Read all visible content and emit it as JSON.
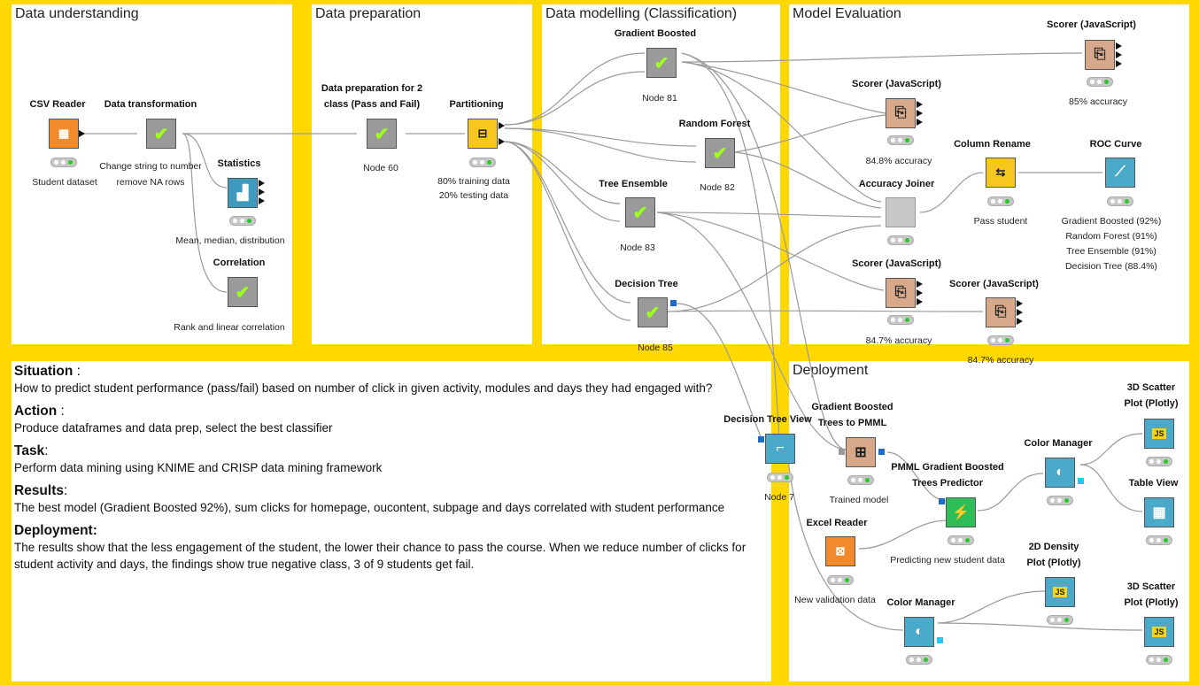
{
  "sections": {
    "understanding": "Data understanding",
    "preparation": "Data preparation",
    "modelling": "Data modelling (Classification)",
    "evaluation": "Model Evaluation",
    "deployment": "Deployment"
  },
  "nodes": {
    "csv": {
      "title": "CSV Reader",
      "label": "Student dataset"
    },
    "transform": {
      "title": "Data transformation",
      "label1": "Change string to number",
      "label2": "remove NA rows"
    },
    "statistics": {
      "title": "Statistics",
      "label": "Mean, median, distribution"
    },
    "correlation": {
      "title": "Correlation",
      "label": "Rank and linear correlation"
    },
    "prep2": {
      "title1": "Data preparation for 2",
      "title2": "class (Pass and Fail)",
      "label": "Node 60"
    },
    "partition": {
      "title": "Partitioning",
      "label1": "80% training data",
      "label2": "20% testing data"
    },
    "gb": {
      "title": "Gradient Boosted",
      "label": "Node 81"
    },
    "rf": {
      "title": "Random Forest",
      "label": "Node 82"
    },
    "te": {
      "title": "Tree Ensemble",
      "label": "Node 83"
    },
    "dt": {
      "title": "Decision Tree",
      "label": "Node 85"
    },
    "scorer_top": {
      "title": "Scorer (JavaScript)",
      "label": "85% accuracy"
    },
    "scorer_1": {
      "title": "Scorer (JavaScript)",
      "label": "84.8% accuracy"
    },
    "scorer_2": {
      "title": "Scorer (JavaScript)",
      "label": "84.7% accuracy"
    },
    "scorer_3": {
      "title": "Scorer (JavaScript)",
      "label": "84.7% accuracy"
    },
    "acc_joiner": {
      "title": "Accuracy Joiner"
    },
    "col_rename": {
      "title": "Column Rename",
      "label": "Pass student"
    },
    "roc": {
      "title": "ROC Curve",
      "l1": "Gradient Boosted (92%)",
      "l2": "Random Forest (91%)",
      "l3": "Tree Ensemble (91%)",
      "l4": "Decision Tree (88.4%)"
    },
    "dt_view": {
      "title": "Decision Tree View",
      "label": "Node 7"
    },
    "gb_pmml": {
      "title1": "Gradient Boosted",
      "title2": "Trees to PMML",
      "label": "Trained model"
    },
    "pmml_pred": {
      "title1": "PMML Gradient Boosted",
      "title2": "Trees Predictor",
      "label": "Predicting new student data"
    },
    "color_mgr_1": {
      "title": "Color Manager"
    },
    "color_mgr_2": {
      "title": "Color Manager"
    },
    "scatter_1": {
      "title1": "3D Scatter",
      "title2": "Plot (Plotly)"
    },
    "scatter_2": {
      "title1": "3D Scatter",
      "title2": "Plot (Plotly)"
    },
    "table_view": {
      "title": "Table View"
    },
    "density": {
      "title1": "2D Density",
      "title2": "Plot (Plotly)"
    },
    "excel": {
      "title": "Excel Reader",
      "label": "New validation data"
    }
  },
  "description": {
    "situation_h": "Situation",
    "situation_sep": " :",
    "situation": "How to predict student performance (pass/fail) based on number of click in given activity, modules and days they had engaged with?",
    "action_h": "Action",
    "action_sep": " :",
    "action": "Produce dataframes and data prep, select the best classifier",
    "task_h": "Task",
    "task_sep": ":",
    "task": "Perform data mining using KNIME and CRISP data mining framework",
    "results_h": "Results",
    "results_sep": ":",
    "results": "The best model (Gradient Boosted 92%), sum clicks for homepage, oucontent, subpage and days correlated with student performance",
    "deployment_h": "Deployment:",
    "deployment": "The results show that the less engagement of the student, the lower their chance to pass the course. When we reduce number of clicks for student activity and days, the findings show true negative class, 3 of 9 students get fail."
  },
  "icons": {
    "meta": "checkmark-icon",
    "reader": "table-reader-icon",
    "statistics": "bar-chart-icon",
    "scorer": "scorer-icon",
    "partition": "partition-icon",
    "roc": "roc-curve-icon",
    "tree_view": "tree-view-icon",
    "pmml": "pmml-icon",
    "predictor": "predictor-icon",
    "color": "color-drop-icon",
    "plotly": "js-plot-icon",
    "table": "table-grid-icon",
    "excel": "excel-icon"
  },
  "colors": {
    "annotation_border": "#ffd800",
    "metanode": "#9a9a9a",
    "checkmark": "#9cff1c",
    "reader": "#f08a2a",
    "scorer": "#d7a98a",
    "view": "#4ba9c9",
    "predictor": "#2fbd5a",
    "connector": "#9a9a9a"
  }
}
